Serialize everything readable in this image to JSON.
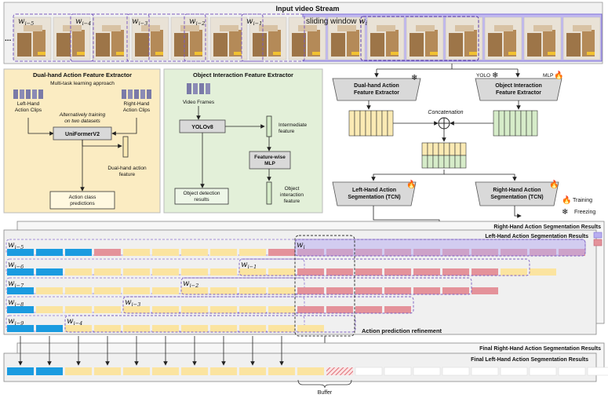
{
  "stream": {
    "title": "Input video Stream",
    "ellipsis": "...",
    "sliding_label": "sliding window",
    "sliding_sub": "w",
    "sliding_idx": "i",
    "window_labels": [
      {
        "base": "w",
        "sub": "i−5"
      },
      {
        "base": "w",
        "sub": "i−4"
      },
      {
        "base": "w",
        "sub": "i−3"
      },
      {
        "base": "w",
        "sub": "i−2"
      },
      {
        "base": "w",
        "sub": "i−1"
      }
    ]
  },
  "dual_panel": {
    "title": "Dual-hand Action Feature Extractor",
    "subtitle": "Multi-task learning approach",
    "left_clips": "Left-Hand\nAction Clips",
    "right_clips": "Right-Hand\nAction Clips",
    "alt_training": "Alternatively training\non two datasets",
    "model": "UniFormerV2",
    "feature": "Dual-hand action\nfeature",
    "predictions": "Action class\npredictions"
  },
  "object_panel": {
    "title": "Object Interaction Feature Extractor",
    "frames": "Video Frames",
    "model": "YOLOv8",
    "intermediate": "Intermediate\nfeature",
    "mlp": "Feature-wise\nMLP",
    "detection": "Object detection\nresults",
    "obj_feature": "Object\ninteraction\nfeature"
  },
  "pipeline": {
    "dual_box": "Dual-hand Action\nFeature Extractor",
    "obj_box": "Object Interaction\nFeature Extractor",
    "yolo": "YOLO",
    "mlp": "MLP",
    "concat": "Concatenation",
    "left_tcn": "Left-Hand Action\nSegmentation (TCN)",
    "right_tcn": "Right-Hand Action\nSegmentation (TCN)",
    "training": "Training",
    "freezing": "Freezing"
  },
  "results": {
    "right_title": "Right-Hand Action Segmentation Results",
    "left_title": "Left-Hand Action Segmentation Results",
    "refinement": "Action prediction refinement",
    "row_labels": [
      {
        "base": "w",
        "sub": "i−5"
      },
      {
        "base": "w",
        "sub": "i−6"
      },
      {
        "base": "w",
        "sub": "i−7"
      },
      {
        "base": "w",
        "sub": "i−8"
      },
      {
        "base": "w",
        "sub": "i−9"
      }
    ],
    "inner_labels": [
      {
        "base": "w",
        "sub": "i"
      },
      {
        "base": "w",
        "sub": "i−1"
      },
      {
        "base": "w",
        "sub": "i−2"
      },
      {
        "base": "w",
        "sub": "i−3"
      },
      {
        "base": "w",
        "sub": "i−4"
      }
    ]
  },
  "final": {
    "right_title": "Final Right-Hand Action Segmentation Results",
    "left_title": "Final Left-Hand Action Segmentation Results",
    "buffer": "Buffer"
  },
  "colors": {
    "blue": "#1a9be0",
    "yellow": "#fbe4a0",
    "red": "#e4929a",
    "purple": "#b9aef0",
    "panel_yellow": "#fbecc2",
    "panel_green": "#e3f0d9",
    "green_feature": "#d6ecc9",
    "yellow_feature": "#fbeab4"
  }
}
